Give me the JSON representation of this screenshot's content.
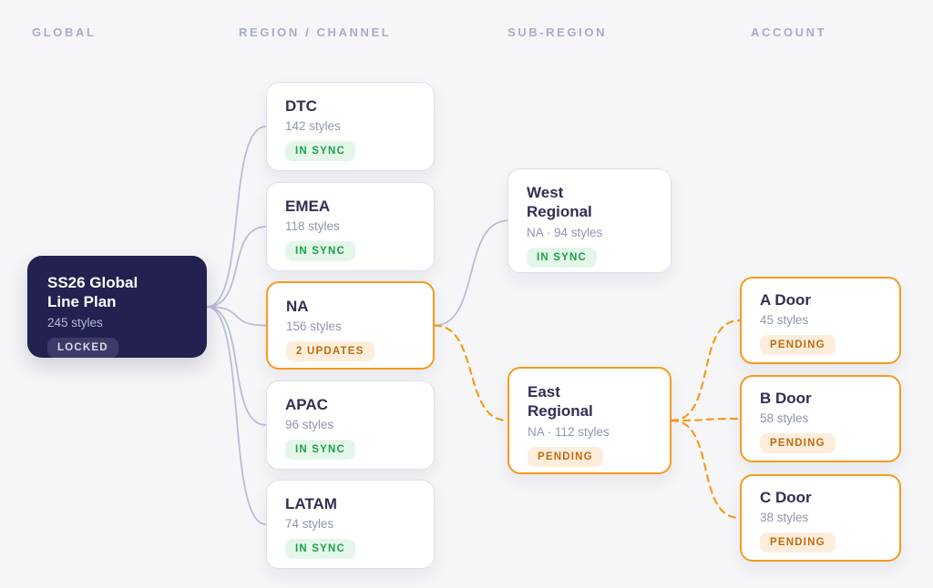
{
  "columns": [
    {
      "label": "GLOBAL"
    },
    {
      "label": "REGION / CHANNEL"
    },
    {
      "label": "SUB-REGION"
    },
    {
      "label": "ACCOUNT"
    }
  ],
  "colors": {
    "background": "#f6f6f8",
    "accent_orange": "#f79b1e",
    "status_green": "#1ca24a",
    "navy": "#232150",
    "connector_gray": "#b9bed6"
  },
  "nodes": {
    "global": {
      "title": "SS26 Global Line Plan",
      "styles": "245 styles",
      "badge": "LOCKED"
    },
    "dtc": {
      "title": "DTC",
      "styles": "142 styles",
      "badge": "IN SYNC"
    },
    "emea": {
      "title": "EMEA",
      "styles": "118 styles",
      "badge": "IN SYNC"
    },
    "na": {
      "title": "NA",
      "styles": "156 styles",
      "badge": "2 UPDATES"
    },
    "apac": {
      "title": "APAC",
      "styles": "96 styles",
      "badge": "IN SYNC"
    },
    "latam": {
      "title": "LATAM",
      "styles": "74 styles",
      "badge": "IN SYNC"
    },
    "west_regional": {
      "title": "West Regional",
      "styles": "NA · 94 styles",
      "badge": "IN SYNC"
    },
    "east_regional": {
      "title": "East Regional",
      "styles": "NA · 112 styles",
      "badge": "PENDING"
    },
    "a_door": {
      "title": "A Door",
      "styles": "45 styles",
      "badge": "PENDING"
    },
    "b_door": {
      "title": "B Door",
      "styles": "58 styles",
      "badge": "PENDING"
    },
    "c_door": {
      "title": "C Door",
      "styles": "38 styles",
      "badge": "PENDING"
    }
  },
  "edges": [
    {
      "from": "global",
      "to": "dtc",
      "style": "solid"
    },
    {
      "from": "global",
      "to": "emea",
      "style": "solid"
    },
    {
      "from": "global",
      "to": "na",
      "style": "solid"
    },
    {
      "from": "global",
      "to": "apac",
      "style": "solid"
    },
    {
      "from": "global",
      "to": "latam",
      "style": "solid"
    },
    {
      "from": "na",
      "to": "west_regional",
      "style": "solid"
    },
    {
      "from": "na",
      "to": "east_regional",
      "style": "dashed"
    },
    {
      "from": "east_regional",
      "to": "a_door",
      "style": "dashed"
    },
    {
      "from": "east_regional",
      "to": "b_door",
      "style": "dashed"
    },
    {
      "from": "east_regional",
      "to": "c_door",
      "style": "dashed"
    }
  ]
}
